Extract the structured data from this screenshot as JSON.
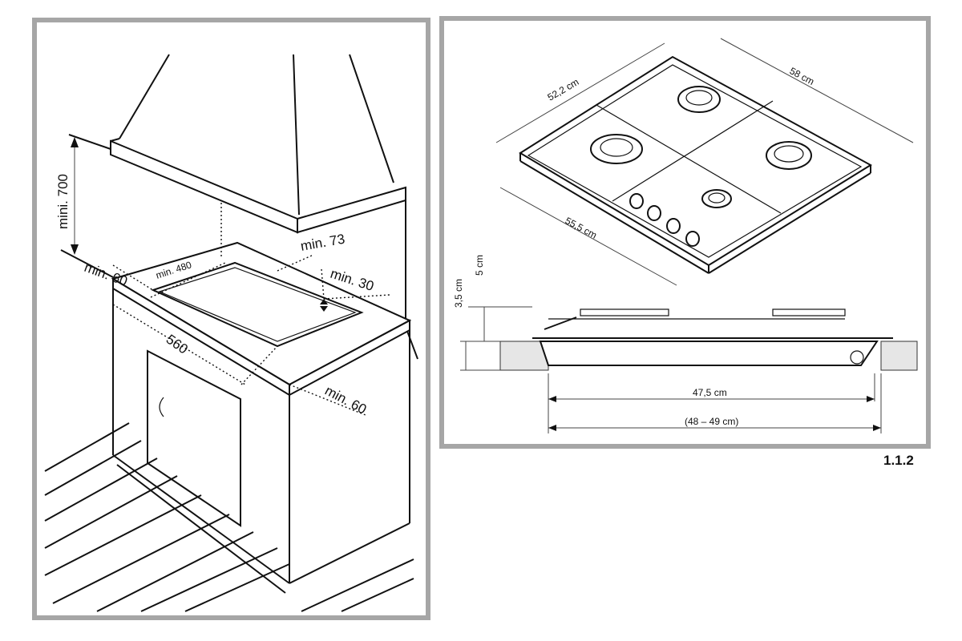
{
  "left_diagram": {
    "labels": {
      "mini_700": "mini. 700",
      "min_60_left": "min. 60",
      "min_480": "min. 480",
      "min_73": "min. 73",
      "min_30": "min. 30",
      "d560": "560",
      "min_60_right": "min. 60"
    }
  },
  "right_diagram": {
    "labels": {
      "w52_2": "52,2 cm",
      "w58": "58 cm",
      "w55_5": "55,5 cm",
      "h5": "5 cm",
      "h3_5": "3,5 cm",
      "w47_5": "47,5 cm",
      "w48_49": "(48 – 49 cm)"
    }
  },
  "figure_number": "1.1.2"
}
